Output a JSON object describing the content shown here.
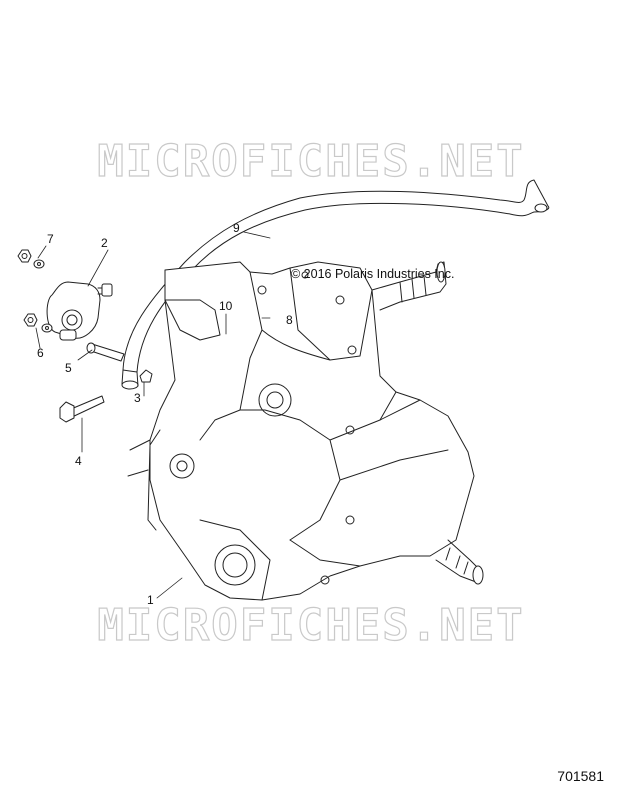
{
  "watermark": {
    "text": "MICROFICHES.NET"
  },
  "copyright": "© 2016 Polaris Industries Inc.",
  "diagram_number": "701581",
  "callouts": [
    {
      "id": "1",
      "label": "1"
    },
    {
      "id": "2",
      "label": "2"
    },
    {
      "id": "3",
      "label": "3"
    },
    {
      "id": "4",
      "label": "4"
    },
    {
      "id": "5",
      "label": "5"
    },
    {
      "id": "6",
      "label": "6"
    },
    {
      "id": "7",
      "label": "7"
    },
    {
      "id": "8",
      "label": "8"
    },
    {
      "id": "9",
      "label": "9"
    },
    {
      "id": "10",
      "label": "10"
    }
  ]
}
